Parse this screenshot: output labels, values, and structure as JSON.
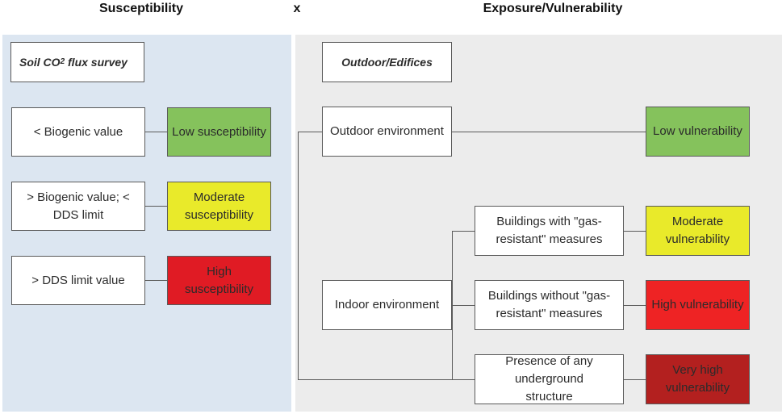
{
  "headers": {
    "susceptibility": "Susceptibility",
    "times": "x",
    "exposure": "Exposure/Vulnerability"
  },
  "left": {
    "survey_label": "Soil CO",
    "survey_sub": "2",
    "survey_suffix": " flux survey",
    "rows": [
      {
        "condition": "< Biogenic value",
        "result": "Low susceptibility",
        "color": "#85c25c"
      },
      {
        "condition": "> Biogenic value; < DDS limit",
        "result": "Moderate susceptibility",
        "color": "#e9ea2a"
      },
      {
        "condition": "> DDS limit value",
        "result": "High susceptibility",
        "color": "#e01b24"
      }
    ]
  },
  "right": {
    "title": "Outdoor/Edifices",
    "outdoor": "Outdoor environment",
    "outdoor_result": "Low vulnerability",
    "outdoor_color": "#85c25c",
    "indoor": "Indoor environment",
    "indoor_rows": [
      {
        "condition": "Buildings with \"gas-resistant\" measures",
        "result": "Moderate vulnerability",
        "color": "#e9ea2a"
      },
      {
        "condition": "Buildings without \"gas-resistant\" measures",
        "result": "High vulnerability",
        "color": "#ee2324"
      },
      {
        "condition": "Presence of any underground structure",
        "result": "Very high vulnerability",
        "color": "#b3201f"
      }
    ]
  },
  "colors": {
    "left_panel": "#dce6f1",
    "right_panel": "#ececec"
  }
}
